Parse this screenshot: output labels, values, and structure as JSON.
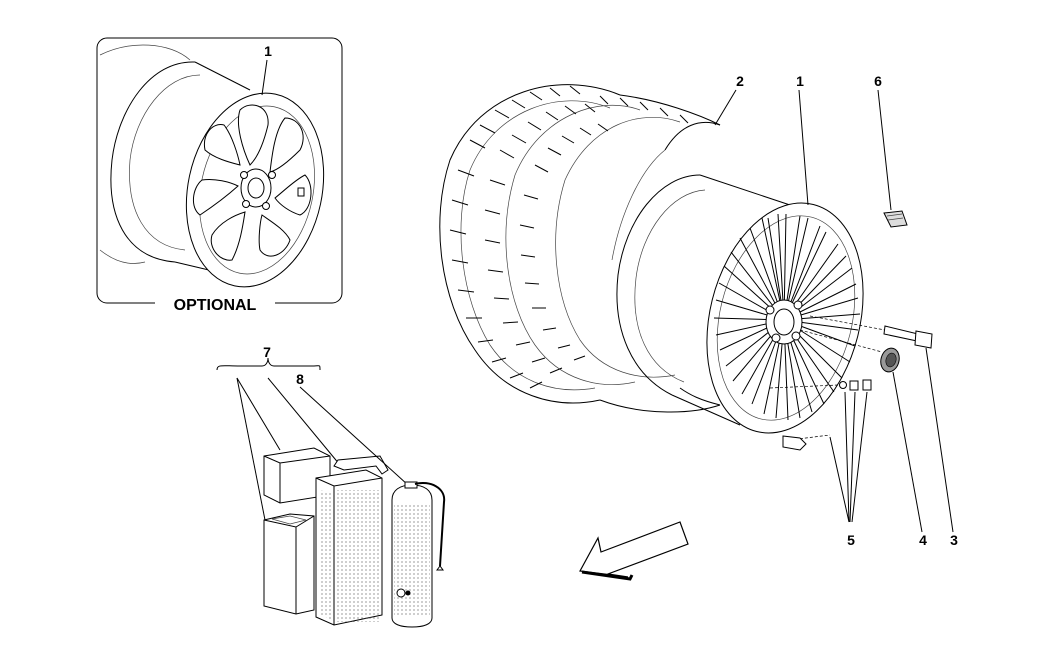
{
  "diagram": {
    "optional_label": "OPTIONAL",
    "callouts": {
      "inset_1": "1",
      "tyre_2": "2",
      "wheel_1": "1",
      "emblem_6": "6",
      "bolt_3": "3",
      "cap_4": "4",
      "valve_5": "5",
      "kit_7": "7",
      "sealant_8": "8"
    },
    "icons": [
      "direction-arrow-icon"
    ]
  }
}
